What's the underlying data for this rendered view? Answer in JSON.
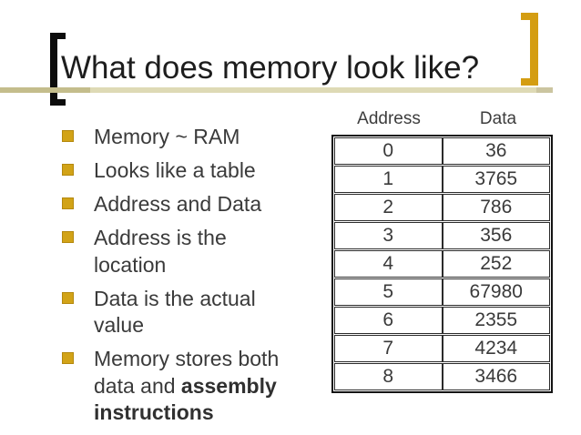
{
  "slide": {
    "title": "What does memory look like?",
    "bullets": [
      {
        "runs": [
          {
            "text": "Memory ~ RAM",
            "bold": false
          }
        ]
      },
      {
        "runs": [
          {
            "text": "Looks like a table",
            "bold": false
          }
        ]
      },
      {
        "runs": [
          {
            "text": "Address and Data",
            "bold": false
          }
        ]
      },
      {
        "runs": [
          {
            "text": "Address is the location",
            "bold": false
          }
        ]
      },
      {
        "runs": [
          {
            "text": "Data is the actual value",
            "bold": false
          }
        ]
      },
      {
        "runs": [
          {
            "text": "Memory stores both data and ",
            "bold": false
          },
          {
            "text": "assembly instructions",
            "bold": true
          }
        ]
      }
    ],
    "memory_table": {
      "columns": [
        "Address",
        "Data"
      ],
      "rows": [
        [
          "0",
          "36"
        ],
        [
          "1",
          "3765"
        ],
        [
          "2",
          "786"
        ],
        [
          "3",
          "356"
        ],
        [
          "4",
          "252"
        ],
        [
          "5",
          "67980"
        ],
        [
          "6",
          "2355"
        ],
        [
          "7",
          "4234"
        ],
        [
          "8",
          "3466"
        ]
      ]
    },
    "colors": {
      "accent_gold": "#D2A317",
      "bracket_black": "#0c0c0c",
      "bracket_gold": "#D49D12",
      "rule_dark": "#C4BD8C",
      "rule_light": "#DEDAB5",
      "title_text": "#1d1d1d",
      "body_text": "#3a3a3a"
    }
  }
}
